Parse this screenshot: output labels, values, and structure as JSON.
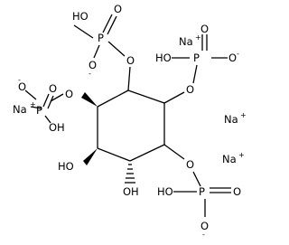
{
  "atoms": {
    "p_top": {
      "ho": "HO",
      "p": "P",
      "o_dbl": "O",
      "o_neg": "O",
      "charge": "-",
      "o_link": "O"
    },
    "p_tr": {
      "na": "Na",
      "na_charge": "+",
      "ho": "HO",
      "p": "P",
      "o_dbl": "O",
      "o_neg": "O",
      "charge": "-",
      "o_link": "O"
    },
    "p_left": {
      "o_neg": "O",
      "charge": "-",
      "o_link": "O",
      "p": "P",
      "o_dbl": "O",
      "na": "Na",
      "na_charge": "+",
      "oh": "OH"
    },
    "p_br": {
      "o_link": "O",
      "ho": "HO",
      "p": "P",
      "o_dbl": "O",
      "o_neg": "O",
      "charge": "-"
    },
    "ring_oh_left": "HO",
    "ring_oh_bottom": "OH"
  },
  "ions": {
    "na_right": {
      "label": "Na",
      "charge": "+"
    },
    "na_lower": {
      "label": "Na",
      "charge": "+"
    }
  }
}
